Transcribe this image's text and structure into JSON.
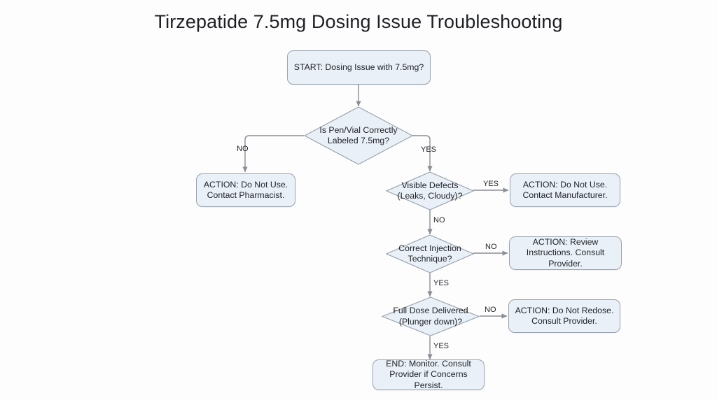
{
  "title": "Tirzepatide 7.5mg Dosing Issue Troubleshooting",
  "colors": {
    "node_fill": "#e9f0f7",
    "node_border": "#9aa3ad",
    "connector": "#8a8f96",
    "text": "#1f2227",
    "background": "#fdfdfd"
  },
  "nodes": {
    "start": {
      "label": "START: Dosing Issue with 7.5mg?",
      "type": "terminator"
    },
    "decision_label": {
      "label": "Is Pen/Vial Correctly Labeled 7.5mg?",
      "type": "decision"
    },
    "action_pharmacist": {
      "label": "ACTION: Do Not Use. Contact Pharmacist.",
      "type": "action"
    },
    "decision_defects": {
      "label": "Visible Defects (Leaks, Cloudy)?",
      "type": "decision"
    },
    "action_manufacturer": {
      "label": "ACTION: Do Not Use. Contact Manufacturer.",
      "type": "action"
    },
    "decision_technique": {
      "label": "Correct Injection Technique?",
      "type": "decision"
    },
    "action_instructions": {
      "label": "ACTION: Review Instructions. Consult Provider.",
      "type": "action"
    },
    "decision_full_dose": {
      "label": "Full Dose Delivered (Plunger down)?",
      "type": "decision"
    },
    "action_redose": {
      "label": "ACTION: Do Not Redose. Consult Provider.",
      "type": "action"
    },
    "end": {
      "label": "END: Monitor. Consult Provider if Concerns Persist.",
      "type": "terminator"
    }
  },
  "edge_labels": {
    "label_no": "NO",
    "label_yes": "YES",
    "defects_yes": "YES",
    "defects_no": "NO",
    "technique_no": "NO",
    "technique_yes": "YES",
    "fulldose_no": "NO",
    "fulldose_yes": "YES"
  }
}
